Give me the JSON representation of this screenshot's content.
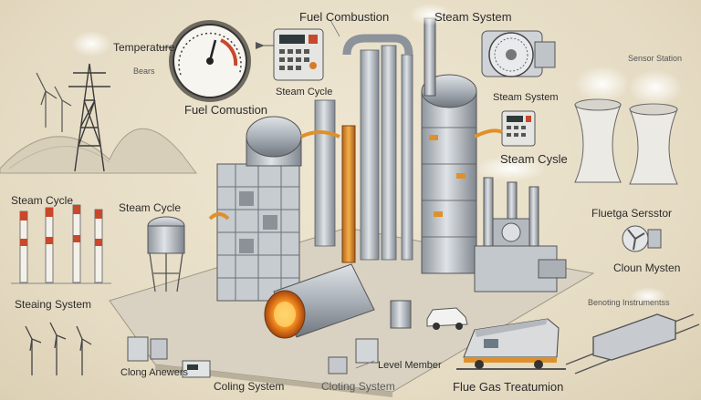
{
  "labels": {
    "temperature": "Temperature",
    "gauge_sub": "Bears",
    "fuel_combustion_top": "Fuel Combustion",
    "steam_system_top": "Steam System",
    "steam_cycle_panel": "Steam Cycle",
    "fuel_comustion": "Fuel Comustion",
    "steam_system_right": "Steam System",
    "steam_cysle": "Steam Cysle",
    "sensor_top_right": "Sensor Station",
    "steam_cycle_left": "Steam Cycle",
    "steam_cycle_mid": "Steam Cycle",
    "steaing_system": "Steaing System",
    "fluetga_sensor": "Fluetga Sersstor",
    "cloun_mysten": "Cloun Mysten",
    "bettery_sub": "Benoting Instrumentss",
    "clong_anewers": "Clong Anewers",
    "coling_system": "Coling System",
    "cloting_system": "Cloting System",
    "level_member": "Level Member",
    "flue_gas": "Flue Gas Treatumion"
  },
  "colors": {
    "background": "#e8dfc9",
    "steel": "#b9bec4",
    "pipe_orange": "#e0902a",
    "stack_red": "#c9472b",
    "ink": "#2b2b2b"
  }
}
